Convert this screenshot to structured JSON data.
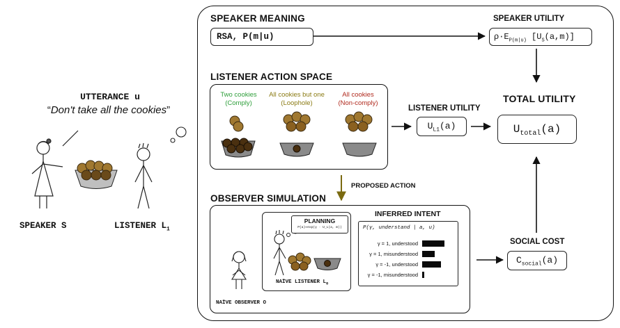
{
  "left": {
    "utterance_label": "UTTERANCE u",
    "utterance_text": "Don't take all the cookies",
    "speaker_label": "SPEAKER S",
    "listener_label": "LISTENER L",
    "listener_sub": "1"
  },
  "speaker_meaning": {
    "title": "SPEAKER MEANING",
    "formula": "RSA, P(m|u)"
  },
  "speaker_utility": {
    "title": "SPEAKER UTILITY",
    "formula_pre": "ρ·E",
    "formula_sub": "P(m|u)",
    "formula_mid": "[U",
    "formula_sub2": "S",
    "formula_post": "(a,m)]"
  },
  "listener_action_space": {
    "title": "LISTENER ACTION SPACE",
    "options": [
      {
        "line1": "Two cookies",
        "line2": "(Comply)",
        "color": "#2e9e3a"
      },
      {
        "line1": "All cookies but one",
        "line2": "(Loophole)",
        "color": "#8a7a12"
      },
      {
        "line1": "All cookies",
        "line2": "(Non-comply)",
        "color": "#b02a1e"
      }
    ]
  },
  "listener_utility": {
    "title": "LISTENER UTILITY",
    "formula_pre": "U",
    "formula_sub": "L1",
    "formula_post": "(a)"
  },
  "total_utility": {
    "title": "TOTAL UTILITY",
    "formula_pre": "U",
    "formula_sub": "total",
    "formula_post": "(a)"
  },
  "proposed_action": "PROPOSED ACTION",
  "observer_simulation": {
    "title": "OBSERVER SIMULATION",
    "planning_title": "PLANNING",
    "planning_formula": "P(a)∝exp(γ · U_L(a, m))",
    "naive_listener": "NAÏVE LISTENER L",
    "naive_listener_sub": "0",
    "naive_observer": "NAÏVE OBSERVER O"
  },
  "inferred_intent": {
    "title": "INFERRED INTENT",
    "formula": "P(γ, understand | a, u)",
    "rows": [
      {
        "label": "γ = 1, understood",
        "value": 1.0
      },
      {
        "label": "γ = 1, misunderstood",
        "value": 0.55
      },
      {
        "label": "γ = -1, understood",
        "value": 0.85
      },
      {
        "label": "γ = -1, misunderstood",
        "value": 0.1
      }
    ]
  },
  "social_cost": {
    "title": "SOCIAL COST",
    "formula_pre": "C",
    "formula_sub": "social",
    "formula_post": "(a)"
  }
}
